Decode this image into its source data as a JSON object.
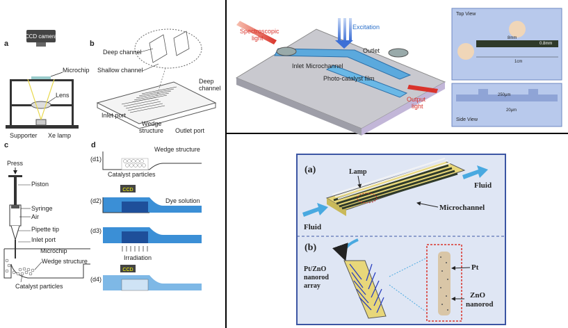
{
  "colors": {
    "chip_blue": "#5ba9dd",
    "panel_frame": "#3b55a3",
    "panel_bg": "#dfe6f4",
    "channel_dark": "#2f3a2a",
    "arrow_red": "#d9332b",
    "arrow_cyan": "#49a9e0",
    "divider": "#000000"
  },
  "left_panel": {
    "a": {
      "label": "a",
      "camera": "CCD camera",
      "microchip": "Microchip",
      "lens": "Lens",
      "supporter": "Supporter",
      "lamp": "Xe lamp"
    },
    "b": {
      "label": "b",
      "deep_channel_top": "Deep channel",
      "shallow_channel": "Shallow channel",
      "deep_channel_right_1": "Deep",
      "deep_channel_right_2": "channel",
      "inlet": "Inlet port",
      "wedge_1": "Wedge",
      "wedge_2": "structure",
      "outlet": "Outlet port"
    },
    "c": {
      "label": "c",
      "press": "Press",
      "piston": "Piston",
      "syringe": "Syringe",
      "air": "Air",
      "pipette": "Pipette tip",
      "inlet": "Inlet port",
      "microchip": "Microchip",
      "wedge": "Wedge structure",
      "catalyst": "Catalyst particles"
    },
    "d": {
      "label": "d",
      "d1": "(d1)",
      "d2": "(d2)",
      "d3": "(d3)",
      "d4": "(d4)",
      "wedge": "Wedge structure",
      "catalyst": "Catalyst particles",
      "dye": "Dye solution",
      "irradiation": "Irradiation",
      "ccd": "CCD"
    }
  },
  "top_right": {
    "spectro_1": "Spectroscopic",
    "spectro_2": "light",
    "excitation": "Excitation",
    "outlet": "Outlet",
    "inlet": "Inlet",
    "microchannel": "Microchannel",
    "photo_film": "Photo-catalyst film",
    "output_1": "Output",
    "output_2": "light",
    "top_view": "Top View",
    "dim_8mm": "8mm",
    "dim_08mm": "0.8mm",
    "dim_1cm": "1cm",
    "side_view": "Side View",
    "dim_250um": "250μm",
    "dim_20um": "20μm"
  },
  "bottom_right": {
    "a_label": "(a)",
    "lamp": "Lamp",
    "fluid_in": "Fluid",
    "fluid_out": "Fluid",
    "microchannel": "Microchannel",
    "b_label": "(b)",
    "array_1": "Pt/ZnO",
    "array_2": "nanorod",
    "array_3": "array",
    "pt": "Pt",
    "zno_1": "ZnO",
    "zno_2": "nanorod"
  }
}
